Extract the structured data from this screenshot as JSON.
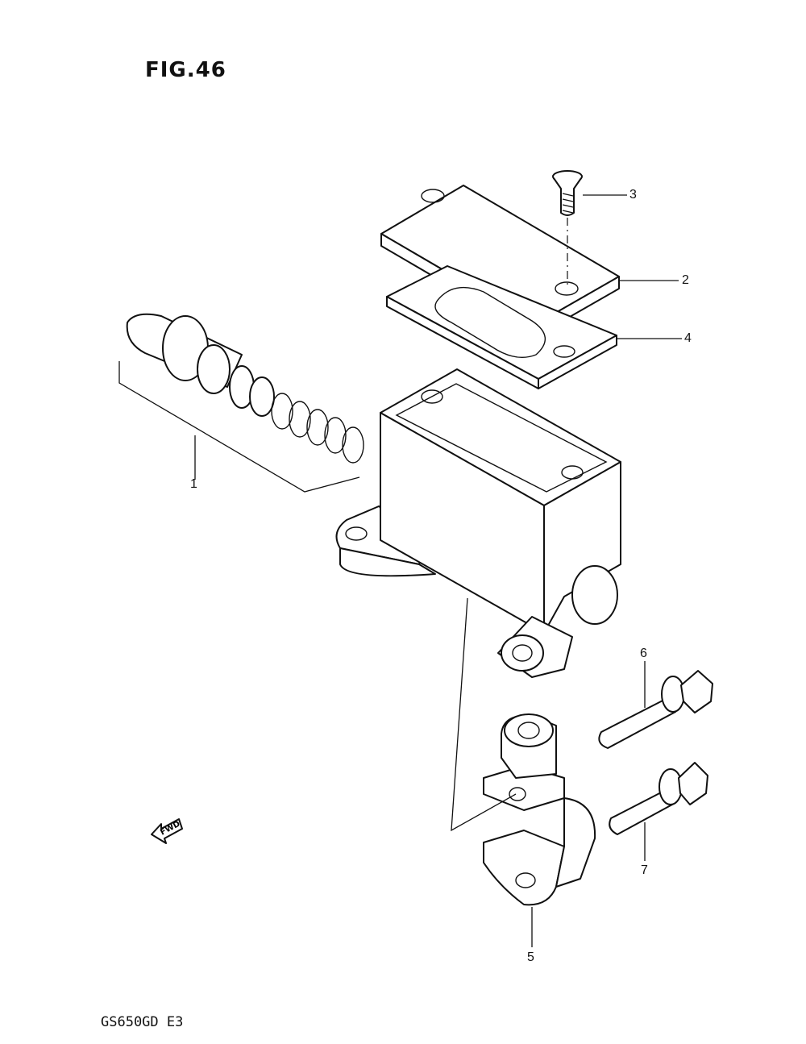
{
  "figure": {
    "title": "FIG.46",
    "model": "GS650GD  E3"
  },
  "callouts": [
    {
      "id": "1",
      "label": "1"
    },
    {
      "id": "2",
      "label": "2"
    },
    {
      "id": "3",
      "label": "3"
    },
    {
      "id": "4",
      "label": "4"
    },
    {
      "id": "5",
      "label": "5"
    },
    {
      "id": "6",
      "label": "6"
    },
    {
      "id": "7",
      "label": "7"
    }
  ],
  "direction_arrow": {
    "label": "FWD",
    "icon": "fwd-arrow-icon"
  }
}
